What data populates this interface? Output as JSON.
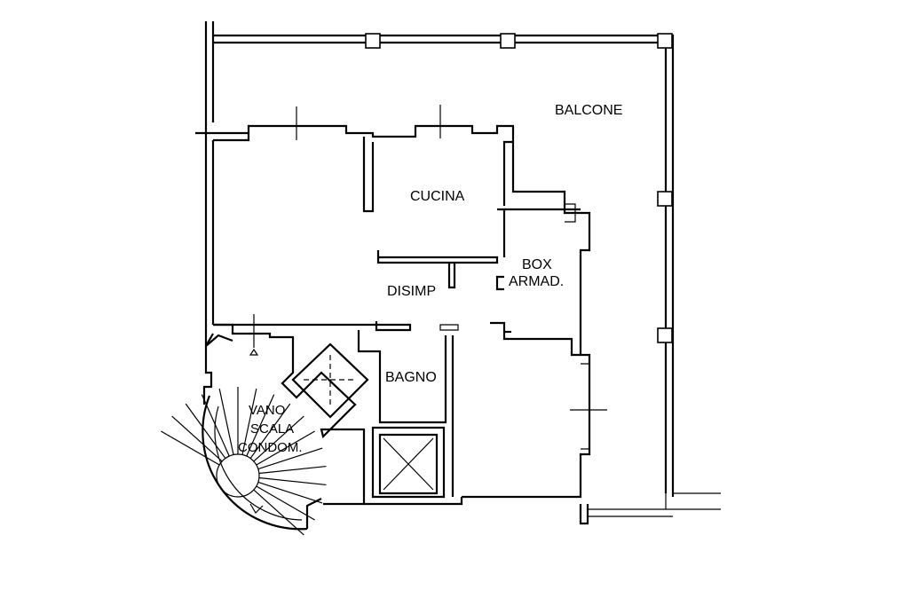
{
  "rooms": {
    "balcone": "BALCONE",
    "cucina": "CUCINA",
    "box_line1": "BOX",
    "box_line2": "ARMAD.",
    "disimp": "DISIMP",
    "bagno": "BAGNO",
    "vano_line1": "VANO",
    "vano_line2": "SCALA",
    "vano_line3": "CONDOM."
  },
  "colors": {
    "line": "#000000",
    "background": "#ffffff"
  }
}
